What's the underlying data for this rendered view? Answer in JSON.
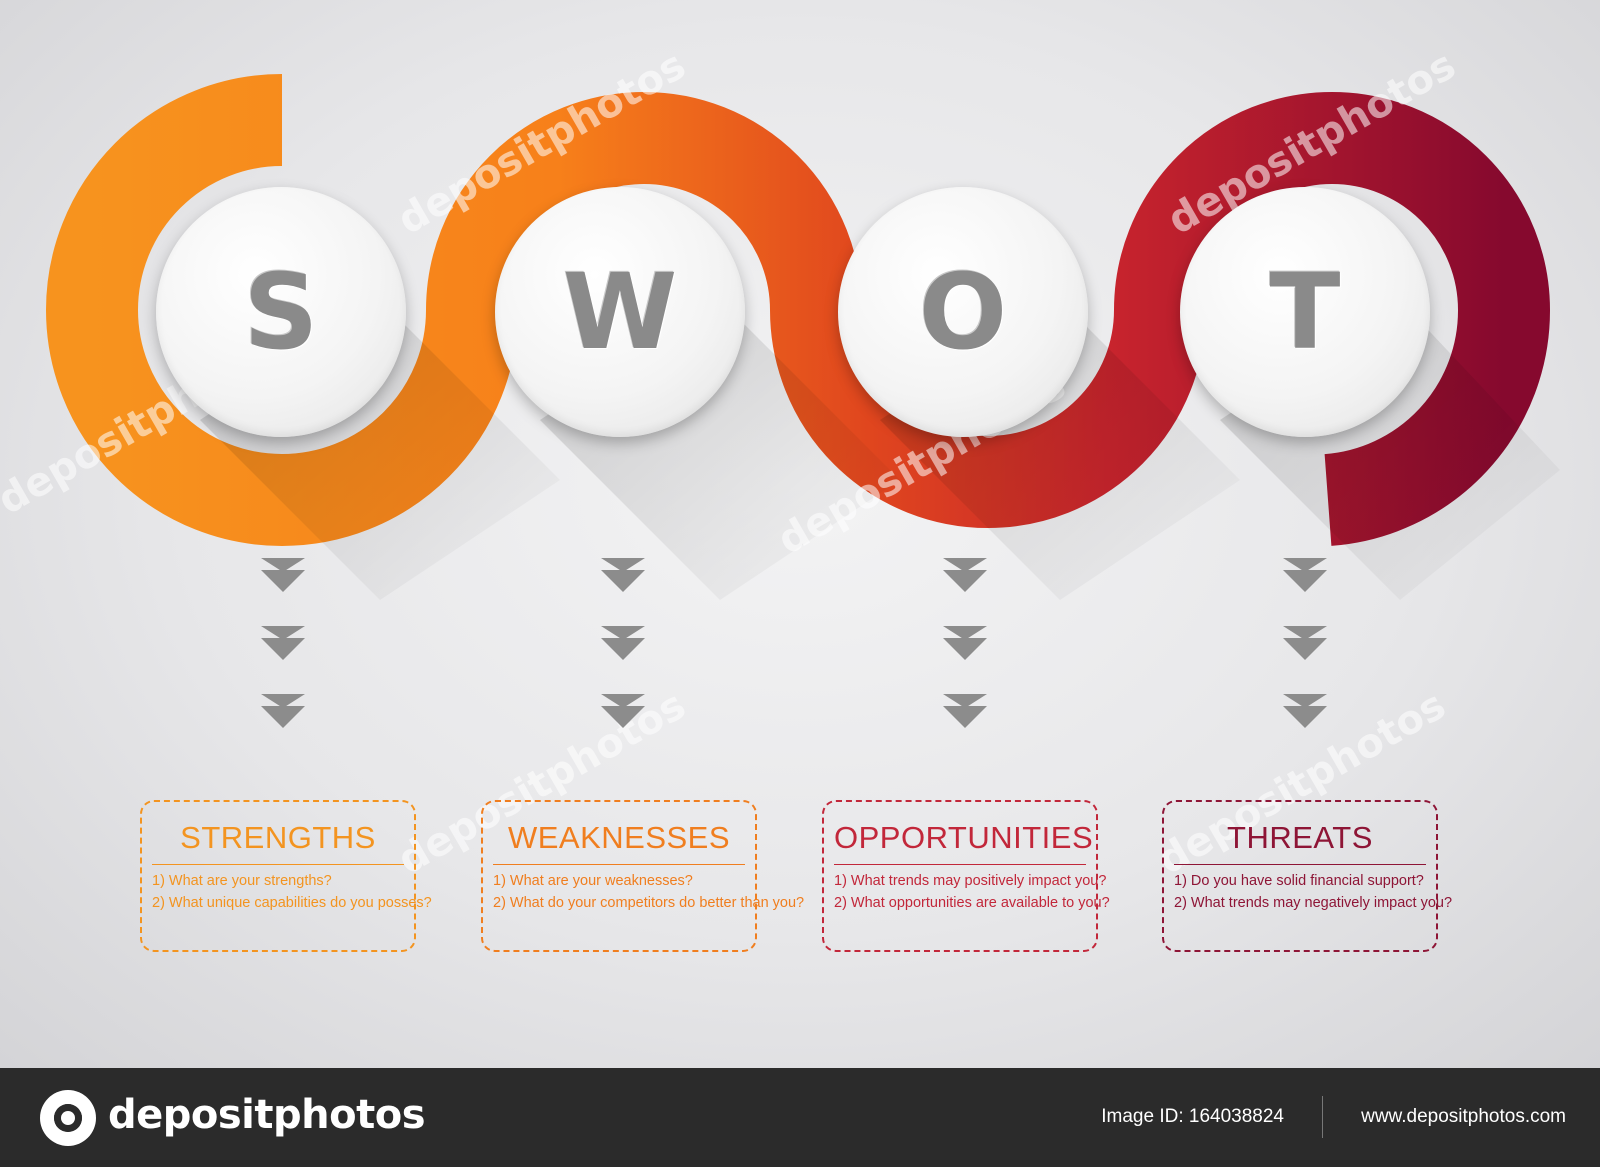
{
  "letters": [
    "S",
    "W",
    "O",
    "T"
  ],
  "colors": {
    "orange": "#f7931e",
    "dark_orange": "#e8611a",
    "red": "#c8242d",
    "dark_red": "#8b0f2e",
    "arrow_gray": "#8c8c8c"
  },
  "cards": [
    {
      "title": "STRENGTHS",
      "color": "#f39420",
      "q1": "1) What are your strengths?",
      "q2": "2) What unique capabilities do you posses?"
    },
    {
      "title": "WEAKNESSES",
      "color": "#f07e1f",
      "q1": "1) What are your weaknesses?",
      "q2": "2) What do your competitors do better than you?"
    },
    {
      "title": "OPPORTUNITIES",
      "color": "#c2273a",
      "q1": "1) What trends may positively impact you?",
      "q2": "2) What opportunities are available to you?"
    },
    {
      "title": "THREATS",
      "color": "#8e1536",
      "q1": "1) Do you have solid financial support?",
      "q2": "2) What trends may negatively impact you?"
    }
  ],
  "watermark": "depositphotos",
  "footer": {
    "brand": "depositphotos",
    "image_id": "Image ID: 164038824",
    "site": "www.depositphotos.com"
  }
}
